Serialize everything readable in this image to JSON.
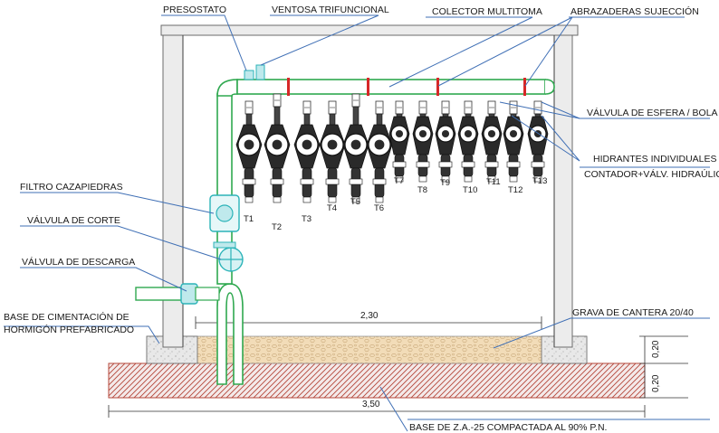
{
  "labels": {
    "presostato": "PRESOSTATO",
    "ventosa": "VENTOSA TRIFUNCIONAL",
    "colector": "COLECTOR MULTITOMA",
    "abrazaderas": "ABRAZADERAS SUJECCIÓN",
    "valvula_esfera": "VÁLVULA DE ESFERA / BOLA",
    "hidrantes_1": "HIDRANTES INDIVIDUALES",
    "hidrantes_2": "CONTADOR+VÁLV. HIDRAÚLICA",
    "filtro": "FILTRO CAZAPIEDRAS",
    "valvula_corte": "VÁLVULA DE CORTE",
    "valvula_descarga": "VÁLVULA DE DESCARGA",
    "base_cimentacion_1": "BASE DE CIMENTACIÓN DE",
    "base_cimentacion_2": "HORMIGÓN PREFABRICADO",
    "grava": "GRAVA DE CANTERA 20/40",
    "base_za": "BASE DE Z.A.-25 COMPACTADA AL 90% P.N."
  },
  "dimensions": {
    "inner_width": "2,30",
    "total_width": "3,50",
    "height_top": "0,20",
    "height_bottom": "0,20"
  },
  "hydrants": {
    "large": [
      "T1",
      "T2",
      "T3",
      "T4",
      "T5",
      "T6"
    ],
    "small": [
      "T7",
      "T8",
      "T9",
      "T10",
      "T11",
      "T12",
      "T13"
    ]
  },
  "colors": {
    "pipe": "#2fa84f",
    "leader": "#3f6fb5",
    "wall": "#ececec",
    "gravel": "#f2dcb8",
    "compacted": "#b5473a",
    "clamp": "#d62828",
    "fitting": "#2bb3b8"
  }
}
